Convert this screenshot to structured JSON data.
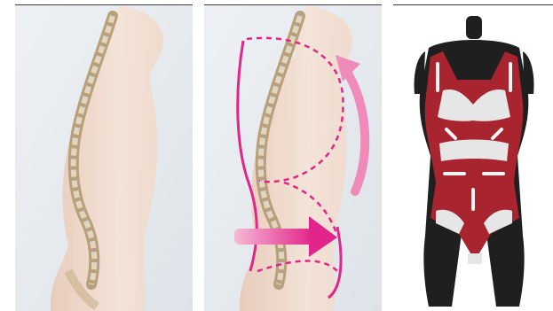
{
  "panels": [
    {
      "id": "spine-neutral-illustration",
      "caption": ""
    },
    {
      "id": "spine-correction-illustration",
      "caption": ""
    },
    {
      "id": "posture-bodysuit-product",
      "caption": ""
    }
  ],
  "colors": {
    "panel_bg": "#e9ecef",
    "skin": "#f0d5c4",
    "bone": "#d9c8a8",
    "disc": "#6fa6d6",
    "accent_magenta": "#e2258a",
    "accent_pink": "#f08ab9",
    "garment_red": "#a8242f",
    "garment_white": "#e6e6e6",
    "mannequin": "#1f1f1f"
  },
  "icons": [
    "spine-icon",
    "arrow-up-curved-icon",
    "arrow-right-icon",
    "dashed-outline-icon"
  ]
}
